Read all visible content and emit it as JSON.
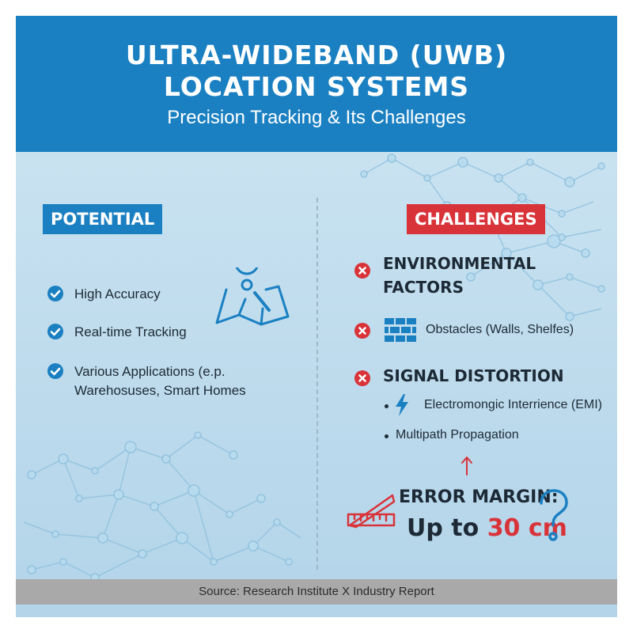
{
  "header": {
    "title_line_1": "ULTRA-WIDEBAND (UWB)",
    "title_line_2": "LOCATION SYSTEMS",
    "subtitle": "Precision Tracking & Its Challenges"
  },
  "potential": {
    "badge": "POTENTIAL",
    "items": [
      {
        "label": "High Accuracy"
      },
      {
        "label": "Real-time Tracking"
      },
      {
        "label_line_1": "Various Applications (e.p.",
        "label_line_2": "Warehosuses, Smart Homes"
      }
    ],
    "icon": "map-pin-search-icon"
  },
  "challenges": {
    "badge": "CHALLENGES",
    "environmental": {
      "heading_line_1": "ENVIRONMENTAL",
      "heading_line_2": "FACTORS",
      "obstacles": "Obstacles (Walls, Shelfes)"
    },
    "signal": {
      "heading": "SIGNAL DISTORTION",
      "emi": "Electromongic Interrience (EMI)",
      "multipath": "Multipath Propagation"
    },
    "error": {
      "label": "ERROR MARGIN:",
      "value_prefix": "Up to",
      "value_highlight": "30 cm"
    }
  },
  "footer": {
    "source": "Source: Research Institute X Industry Report"
  },
  "colors": {
    "header_blue": "#1b80c2",
    "accent_red": "#d9333a",
    "background": "#c4dfef"
  }
}
